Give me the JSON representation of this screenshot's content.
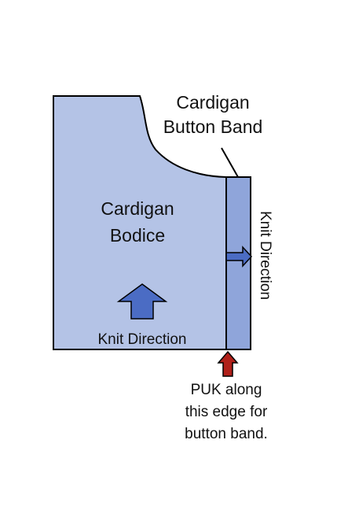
{
  "bodice": {
    "title_line1": "Cardigan",
    "title_line2": "Bodice",
    "knit_direction": "Knit Direction",
    "fill": "#b4c3e6"
  },
  "button_band": {
    "title_line1": "Cardigan",
    "title_line2": "Button Band",
    "knit_direction": "Knit Direction",
    "fill": "#8fa5da"
  },
  "arrow_color": "#4b6cc4",
  "puk_arrow_color": "#b0201a",
  "puk_note": {
    "line1": "PUK along",
    "line2": "this edge for",
    "line3": "button band."
  }
}
